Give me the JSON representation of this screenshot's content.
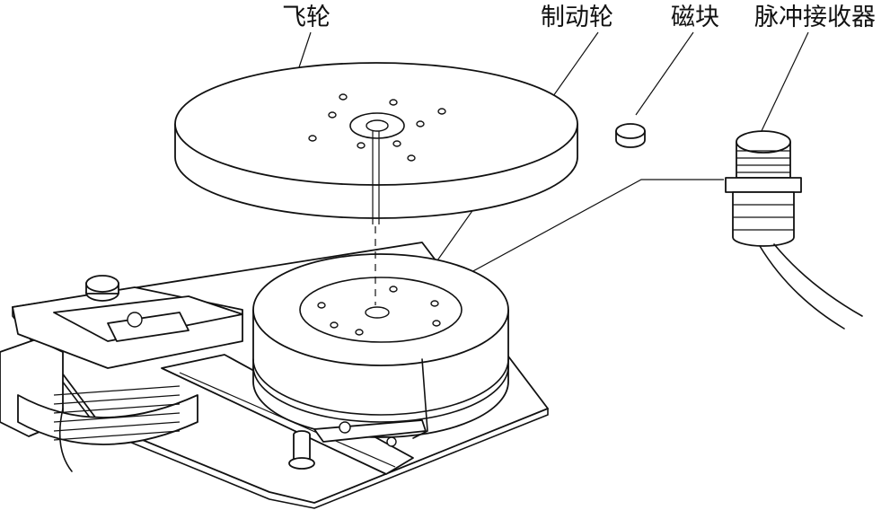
{
  "labels": {
    "flywheel": "飞轮",
    "brake_wheel": "制动轮",
    "magnet_block": "磁块",
    "pulse_receiver": "脉冲接收器"
  },
  "colors": {
    "line": "#111111",
    "fill": "#ffffff"
  }
}
